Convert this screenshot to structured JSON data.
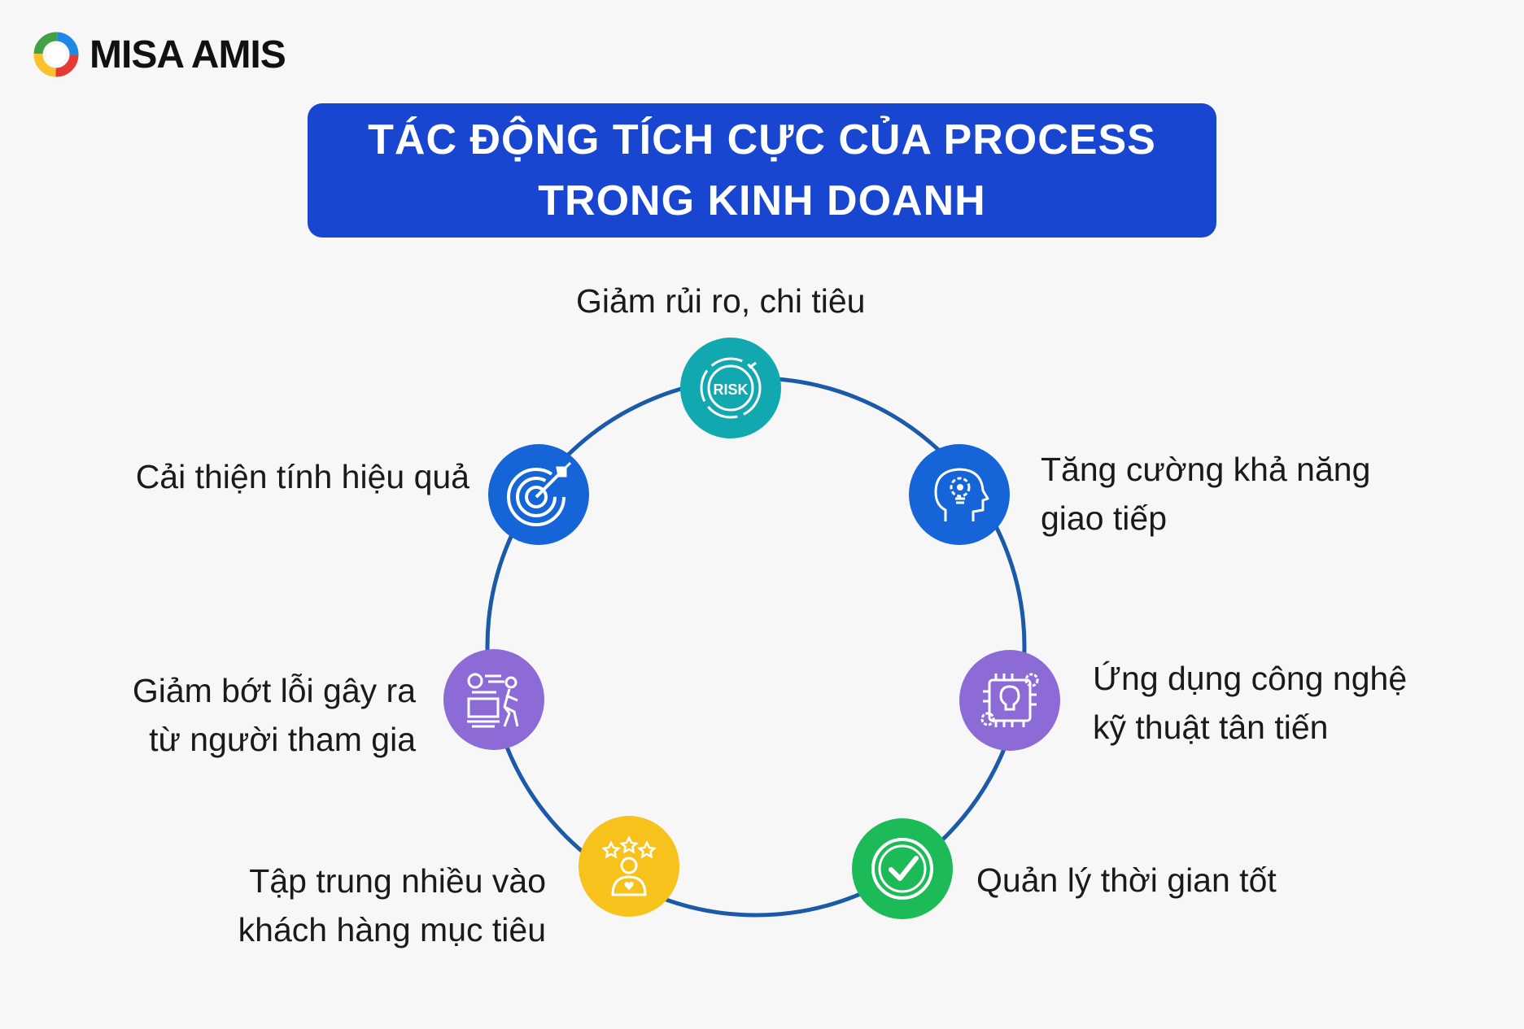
{
  "brand": {
    "name": "MISA AMIS"
  },
  "title": {
    "line1": "TÁC ĐỘNG TÍCH CỰC CỦA PROCESS",
    "line2": "TRONG KINH DOANH"
  },
  "colors": {
    "title_bg": "#1846d1",
    "ring": "#1a5aa8",
    "teal": "#12a8b0",
    "blue": "#1565d8",
    "purple": "#8d6bd6",
    "yellow": "#f7c21c",
    "green": "#1dbb57"
  },
  "items": [
    {
      "icon": "risk-icon",
      "lines": [
        "Giảm rủi ro, chi tiêu"
      ]
    },
    {
      "icon": "head-gear-bulb-icon",
      "lines": [
        "Tăng cường khả năng",
        "giao tiếp"
      ]
    },
    {
      "icon": "bulb-chip-gear-icon",
      "lines": [
        "Ứng dụng công nghệ",
        "kỹ thuật tân tiến"
      ]
    },
    {
      "icon": "clock-check-icon",
      "lines": [
        "Quản lý thời gian tốt"
      ]
    },
    {
      "icon": "customer-stars-icon",
      "lines": [
        "Tập trung nhiều vào",
        "khách hàng mục tiêu"
      ]
    },
    {
      "icon": "person-workflow-icon",
      "lines": [
        "Giảm bớt lỗi gây ra",
        "từ người tham gia"
      ]
    },
    {
      "icon": "target-arrow-icon",
      "lines": [
        "Cải thiện tính hiệu quả"
      ]
    }
  ]
}
